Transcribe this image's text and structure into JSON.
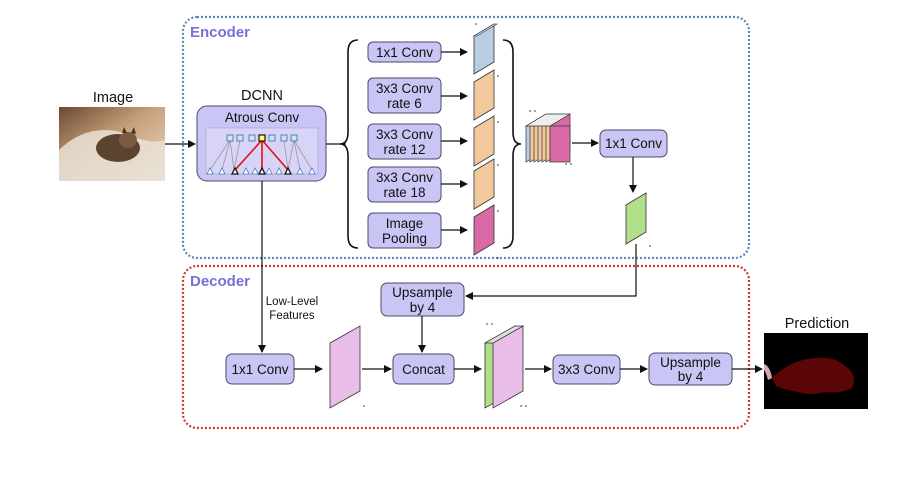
{
  "colors": {
    "encoder_border": "#5b87b8",
    "decoder_border": "#d63333",
    "encoder_title": "#7471d9",
    "decoder_title": "#7471d9",
    "box_fill": "#c9c5f4",
    "conv1x1_feature": "#b8cde0",
    "atrous_feature": "#f2c99c",
    "pooling_feature": "#d86aa6",
    "encoder_output_feature": "#b2df8a",
    "lowlevel_feature": "#e8bde8",
    "prediction_bg": "#000000",
    "prediction_mask": "#5a0606"
  },
  "encoder": {
    "title": "Encoder",
    "dcnn_label": "DCNN",
    "atrous_label": "Atrous Conv",
    "branches": [
      {
        "line1": "1x1 Conv",
        "line2": ""
      },
      {
        "line1": "3x3 Conv",
        "line2": "rate 6"
      },
      {
        "line1": "3x3 Conv",
        "line2": "rate 12"
      },
      {
        "line1": "3x3 Conv",
        "line2": "rate 18"
      },
      {
        "line1": "Image",
        "line2": "Pooling"
      }
    ],
    "output_conv_label": "1x1 Conv"
  },
  "decoder": {
    "title": "Decoder",
    "lowlevel_line1": "Low-Level",
    "lowlevel_line2": "Features",
    "conv1x1_label": "1x1 Conv",
    "upsample1_line1": "Upsample",
    "upsample1_line2": "by 4",
    "concat_label": "Concat",
    "conv3x3_label": "3x3 Conv",
    "upsample2_line1": "Upsample",
    "upsample2_line2": "by 4"
  },
  "input_label": "Image",
  "output_label": "Prediction",
  "icons": {
    "input_image": "cat-photo-thumbnail",
    "prediction_image": "segmentation-mask"
  }
}
